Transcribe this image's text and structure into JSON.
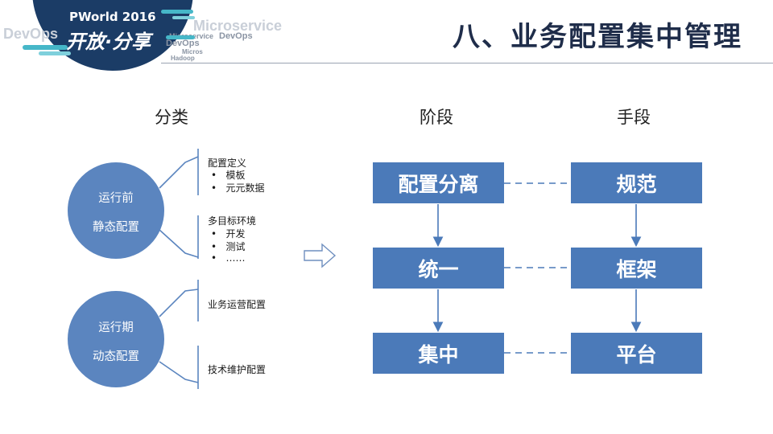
{
  "logo": {
    "brand": "PWorld 2016",
    "slogan": "开放·分享",
    "tags": [
      "DevOps",
      "Microservice",
      "Microservice",
      "DevOps",
      "DevOps",
      "Hadoop",
      "Micros"
    ]
  },
  "title": "八、业务配置集中管理",
  "columns": {
    "classify": "分类",
    "stage": "阶段",
    "means": "手段"
  },
  "classify": {
    "static": {
      "line1": "运行前",
      "line2": "静态配置",
      "groups": [
        {
          "heading": "配置定义",
          "bullets": [
            "模板",
            "元元数据"
          ]
        },
        {
          "heading": "多目标环境",
          "bullets": [
            "开发",
            "测试",
            "……"
          ]
        }
      ]
    },
    "dynamic": {
      "line1": "运行期",
      "line2": "动态配置",
      "items": [
        "业务运营配置",
        "技术维护配置"
      ]
    }
  },
  "stages": [
    "配置分离",
    "统一",
    "集中"
  ],
  "means": [
    "规范",
    "框架",
    "平台"
  ],
  "colors": {
    "circle": "#5b85bf",
    "box": "#4b7ab9",
    "bracket": "#5b85bf",
    "title": "#1f2d4a",
    "logo": "#1b3c66"
  }
}
